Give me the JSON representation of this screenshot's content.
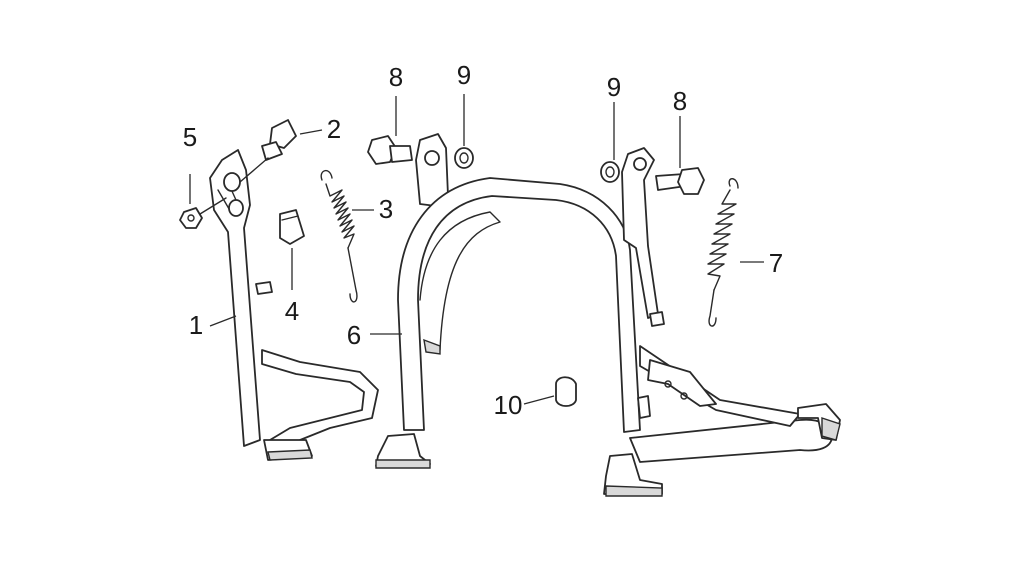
{
  "diagram": {
    "callouts": [
      {
        "id": "1",
        "label": "1",
        "part": "side-stand"
      },
      {
        "id": "2",
        "label": "2",
        "part": "side-stand-bolt"
      },
      {
        "id": "3",
        "label": "3",
        "part": "side-stand-spring"
      },
      {
        "id": "4",
        "label": "4",
        "part": "rubber-stopper"
      },
      {
        "id": "5",
        "label": "5",
        "part": "nut"
      },
      {
        "id": "6",
        "label": "6",
        "part": "main-stand"
      },
      {
        "id": "7",
        "label": "7",
        "part": "main-stand-spring"
      },
      {
        "id": "8a",
        "label": "8",
        "part": "pivot-bolt-left"
      },
      {
        "id": "9a",
        "label": "9",
        "part": "washer-left"
      },
      {
        "id": "9b",
        "label": "9",
        "part": "washer-right"
      },
      {
        "id": "8b",
        "label": "8",
        "part": "pivot-bolt-right"
      },
      {
        "id": "10",
        "label": "10",
        "part": "stopper-cap"
      }
    ],
    "colors": {
      "line": "#2a2a2a",
      "background": "#ffffff"
    }
  }
}
